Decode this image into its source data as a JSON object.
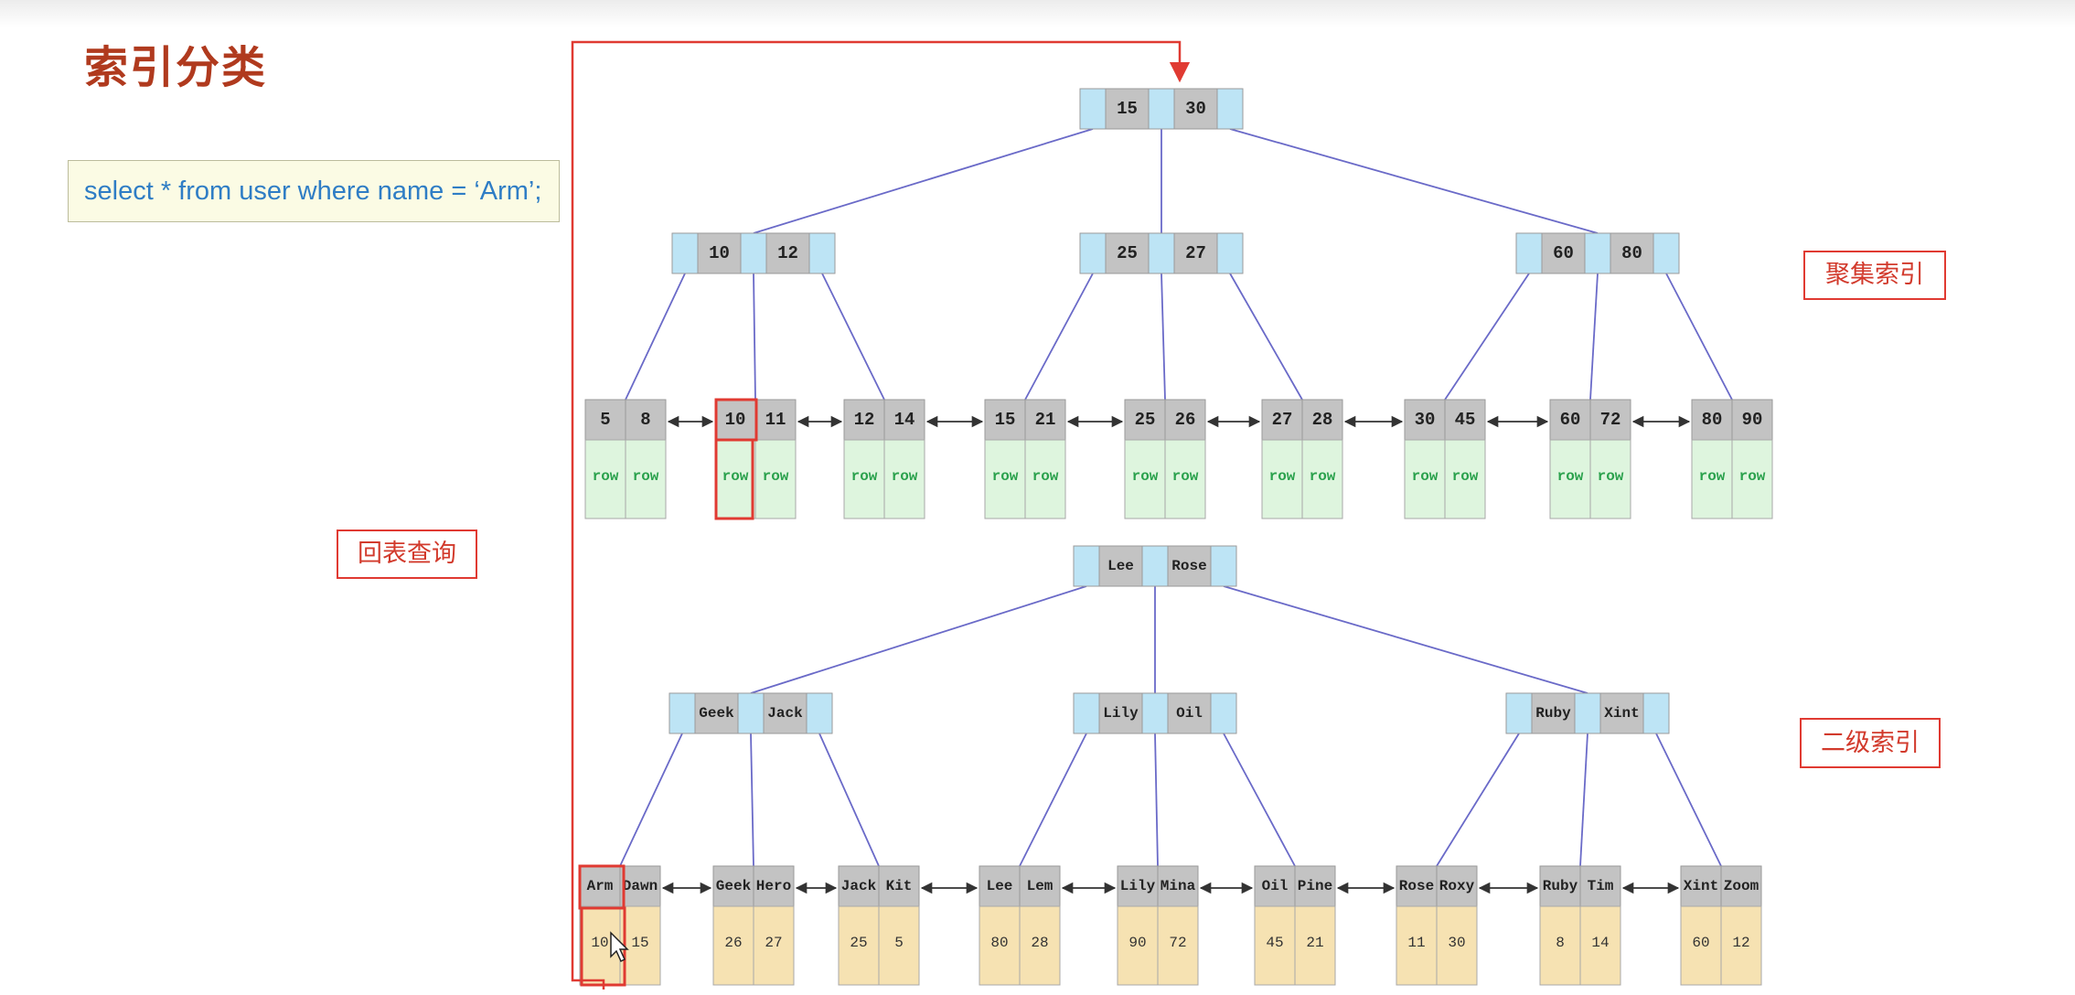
{
  "page": {
    "title": "索引分类",
    "sql": "select * from user where name = ‘Arm’;",
    "labels": {
      "clustered": "聚集索引",
      "secondary": "二级索引",
      "back_to_table": "回表查询"
    }
  },
  "colors": {
    "title": "#b03a1e",
    "highlight": "#e03a32",
    "edge": "#6a6ac8",
    "key_cell": "#c3c3c3",
    "pointer_cell": "#bde4f5",
    "clustered_leaf": "#def5de",
    "secondary_leaf": "#f6e2b2",
    "row_text": "#2aa14c"
  },
  "clustered_index": {
    "root": [
      "15",
      "30"
    ],
    "internal": [
      [
        "10",
        "12"
      ],
      [
        "25",
        "27"
      ],
      [
        "60",
        "80"
      ]
    ],
    "leaves": [
      {
        "keys": [
          "5",
          "8"
        ],
        "rows": [
          "row",
          "row"
        ]
      },
      {
        "keys": [
          "10",
          "11"
        ],
        "rows": [
          "row",
          "row"
        ]
      },
      {
        "keys": [
          "12",
          "14"
        ],
        "rows": [
          "row",
          "row"
        ]
      },
      {
        "keys": [
          "15",
          "21"
        ],
        "rows": [
          "row",
          "row"
        ]
      },
      {
        "keys": [
          "25",
          "26"
        ],
        "rows": [
          "row",
          "row"
        ]
      },
      {
        "keys": [
          "27",
          "28"
        ],
        "rows": [
          "row",
          "row"
        ]
      },
      {
        "keys": [
          "30",
          "45"
        ],
        "rows": [
          "row",
          "row"
        ]
      },
      {
        "keys": [
          "60",
          "72"
        ],
        "rows": [
          "row",
          "row"
        ]
      },
      {
        "keys": [
          "80",
          "90"
        ],
        "rows": [
          "row",
          "row"
        ]
      }
    ]
  },
  "secondary_index": {
    "root": [
      "Lee",
      "Rose"
    ],
    "internal": [
      [
        "Geek",
        "Jack"
      ],
      [
        "Lily",
        "Oil"
      ],
      [
        "Ruby",
        "Xint"
      ]
    ],
    "leaves": [
      {
        "keys": [
          "Arm",
          "Dawn"
        ],
        "ids": [
          "10",
          "15"
        ]
      },
      {
        "keys": [
          "Geek",
          "Hero"
        ],
        "ids": [
          "26",
          "27"
        ]
      },
      {
        "keys": [
          "Jack",
          "Kit"
        ],
        "ids": [
          "25",
          "5"
        ]
      },
      {
        "keys": [
          "Lee",
          "Lem"
        ],
        "ids": [
          "80",
          "28"
        ]
      },
      {
        "keys": [
          "Lily",
          "Mina"
        ],
        "ids": [
          "90",
          "72"
        ]
      },
      {
        "keys": [
          "Oil",
          "Pine"
        ],
        "ids": [
          "45",
          "21"
        ]
      },
      {
        "keys": [
          "Rose",
          "Roxy"
        ],
        "ids": [
          "11",
          "30"
        ]
      },
      {
        "keys": [
          "Ruby",
          "Tim"
        ],
        "ids": [
          "8",
          "14"
        ]
      },
      {
        "keys": [
          "Xint",
          "Zoom"
        ],
        "ids": [
          "60",
          "12"
        ]
      }
    ]
  }
}
